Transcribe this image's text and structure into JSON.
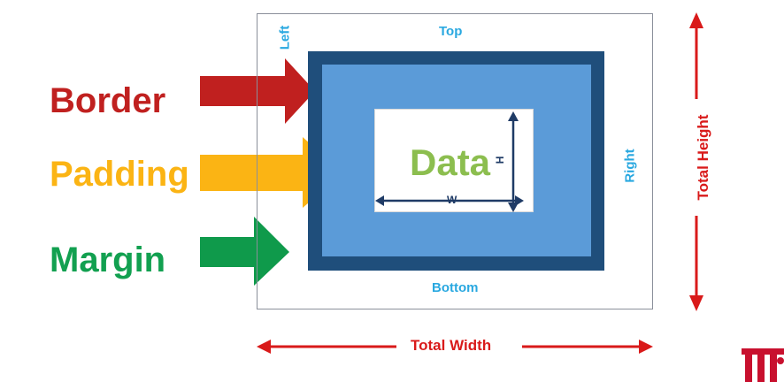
{
  "labels": {
    "border": "Border",
    "padding": "Padding",
    "margin": "Margin",
    "data": "Data",
    "top": "Top",
    "bottom": "Bottom",
    "left": "Left",
    "right": "Right",
    "w": "W",
    "h": "H",
    "total_height": "Total Height",
    "total_width": "Total Width"
  },
  "colors": {
    "border_label": "#c0201f",
    "padding_label": "#fbb414",
    "margin_label": "#12a050",
    "border_arrow": "#c0201f",
    "padding_arrow": "#fbb414",
    "margin_arrow": "#0f9a4b",
    "border_fill": "#1f4e7b",
    "padding_fill": "#5b9bd8",
    "data_text": "#8cbe4f",
    "side_labels": "#29a8e0",
    "totals": "#d91a1a",
    "dimension_lines": "#1f3b66"
  },
  "icons": {
    "logo": "brand-logo-icon"
  }
}
